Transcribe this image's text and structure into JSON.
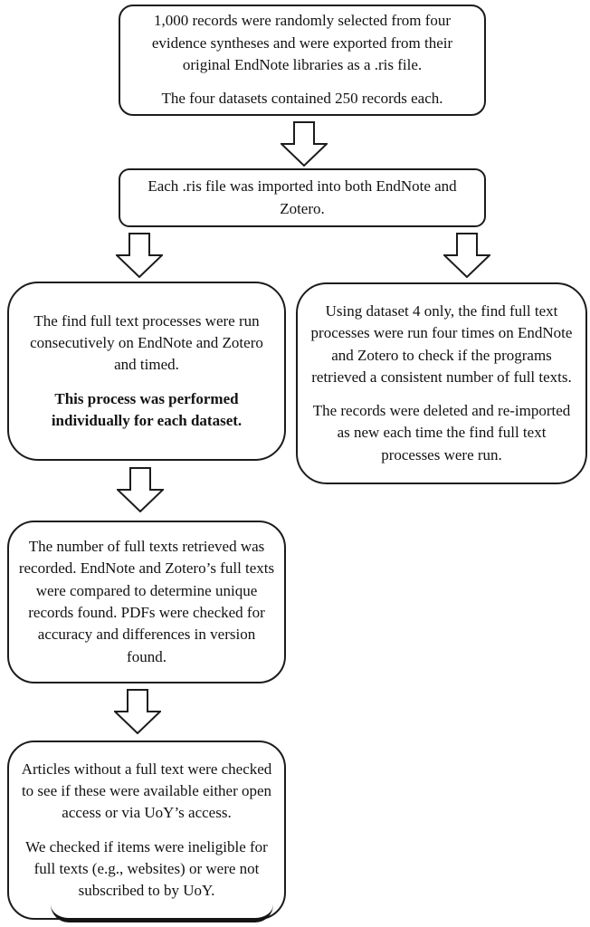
{
  "diagram": {
    "type": "flowchart",
    "colors": {
      "border": "#1c1c1c",
      "background": "#ffffff",
      "text": "#121212"
    },
    "boxes": {
      "box1": {
        "p1": "1,000 records were randomly selected from four evidence syntheses and were exported from their original EndNote libraries as a .ris file.",
        "p2": "The four datasets contained 250 records each."
      },
      "box2": {
        "p1": "Each .ris file was imported into both EndNote and Zotero."
      },
      "box3": {
        "p1": "The find full text processes were run consecutively on EndNote and Zotero and timed.",
        "p2_bold": "This process was performed individually for each dataset."
      },
      "box4": {
        "p1": "Using dataset 4 only, the find full text processes were run four times on EndNote and Zotero to check if the programs retrieved a consistent number of full texts.",
        "p2": "The records were deleted and re-imported as new each time the find full text processes were run."
      },
      "box5": {
        "p1": "The number of full texts retrieved was recorded. EndNote and Zotero’s full texts were compared to determine unique records found. PDFs were checked for accuracy and differences in version found."
      },
      "box6": {
        "p1": "Articles without a full text were checked to see if these were available either open access or via UoY’s access.",
        "p2": "We checked if items were ineligible for full texts (e.g., websites) or were not subscribed to by UoY."
      }
    },
    "connectors": {
      "arrow_glyph": "down-arrow"
    }
  }
}
